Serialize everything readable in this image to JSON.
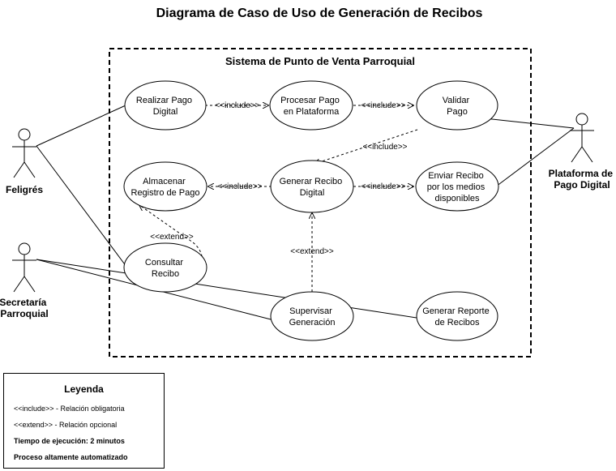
{
  "diagram": {
    "title": "Diagrama de Caso de Uso de Generación de Recibos",
    "system_title": "Sistema de Punto de Venta Parroquial",
    "use_cases": {
      "realizar_pago": [
        "Realizar Pago",
        "Digital"
      ],
      "procesar_pago": [
        "Procesar Pago",
        "en Plataforma"
      ],
      "validar_pago": [
        "Validar",
        "Pago"
      ],
      "almacenar_registro": [
        "Almacenar",
        "Registro de Pago"
      ],
      "generar_recibo": [
        "Generar Recibo",
        "Digital"
      ],
      "enviar_recibo": [
        "Enviar Recibo",
        "por los medios",
        "disponibles"
      ],
      "consultar_recibo": [
        "Consultar",
        "Recibo"
      ],
      "supervisar_generacion": [
        "Supervisar",
        "Generación"
      ],
      "generar_reporte": [
        "Generar Reporte",
        "de Recibos"
      ]
    },
    "actors": {
      "feligres": [
        "Feligrés"
      ],
      "secretaria": [
        "Secretaría",
        "Parroquial"
      ],
      "plataforma": [
        "Plataforma de",
        "Pago Digital"
      ]
    },
    "relations": {
      "include": "<<include>>",
      "extend": "<<extend>>"
    }
  },
  "legend": {
    "title": "Leyenda",
    "include_desc": "<<include>> - Relación obligatoria",
    "extend_desc": "<<extend>> - Relación opcional",
    "time": "Tiempo de ejecución: 2 minutos",
    "automation": "Proceso altamente automatizado"
  }
}
